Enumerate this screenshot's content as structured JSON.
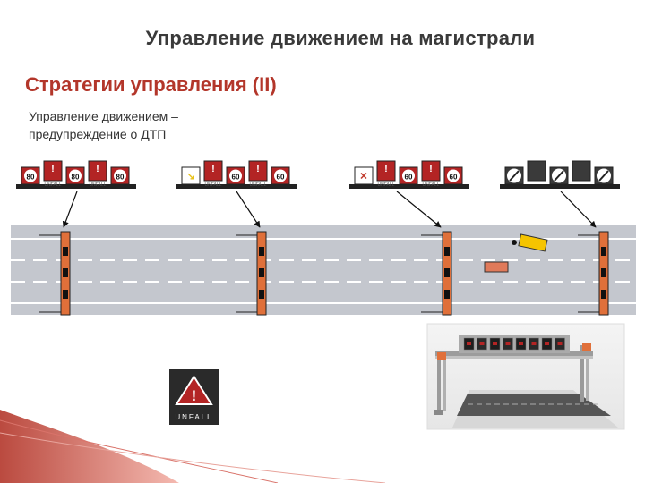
{
  "header": {
    "title": "Управление движением на магистрали",
    "subtitle": "Стратегии управления (II)",
    "description_line1": "Управление движением –",
    "description_line2": "предупреждение о ДТП"
  },
  "gantries": [
    {
      "signs": [
        {
          "type": "speed",
          "text": "80"
        },
        {
          "type": "warning",
          "text": "!",
          "sub": "UNFALL"
        },
        {
          "type": "speed",
          "text": "80"
        },
        {
          "type": "warning",
          "text": "!",
          "sub": "UNFALL"
        },
        {
          "type": "speed",
          "text": "80"
        }
      ]
    },
    {
      "signs": [
        {
          "type": "arrow",
          "text": "↘"
        },
        {
          "type": "warning",
          "text": "!",
          "sub": "UNFALL"
        },
        {
          "type": "speed",
          "text": "60"
        },
        {
          "type": "warning",
          "text": "!",
          "sub": "UNFALL"
        },
        {
          "type": "speed",
          "text": "60"
        }
      ]
    },
    {
      "signs": [
        {
          "type": "cross",
          "text": "✕"
        },
        {
          "type": "warning",
          "text": "!",
          "sub": "UNFALL"
        },
        {
          "type": "speed",
          "text": "60"
        },
        {
          "type": "warning",
          "text": "!",
          "sub": "UNFALL"
        },
        {
          "type": "speed",
          "text": "60"
        }
      ]
    },
    {
      "signs": [
        {
          "type": "end",
          "text": ""
        },
        {
          "type": "blank",
          "text": ""
        },
        {
          "type": "end",
          "text": ""
        },
        {
          "type": "blank",
          "text": ""
        },
        {
          "type": "end",
          "text": ""
        }
      ]
    }
  ],
  "large_sign": {
    "symbol": "!",
    "caption": "UNFALL"
  },
  "colors": {
    "accent": "#b3362a",
    "sign_red": "#b32424",
    "sign_dark": "#222222",
    "road": "#c4c7ce",
    "road_line": "#ffffff",
    "post": "#e0703a",
    "car": "#f5c400",
    "obstacle": "#e07a5a",
    "arrow": "#e8c21a"
  }
}
